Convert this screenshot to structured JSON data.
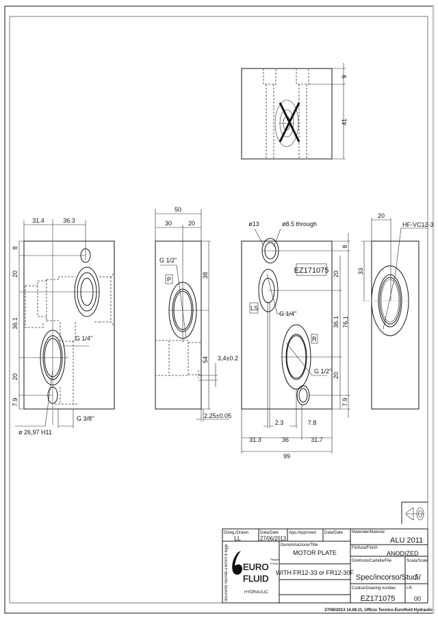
{
  "drawing": {
    "top_view": {
      "dims": [
        "9",
        "41"
      ]
    },
    "view_left": {
      "dims_top": [
        "31.4",
        "36.3"
      ],
      "dims_left": [
        "8",
        "20",
        "36.1",
        "20",
        "7.9"
      ],
      "labels": [
        "G 1/4\"",
        "G 3/8\"",
        "ø 26,97 H11"
      ]
    },
    "view_side": {
      "dims_top": [
        "50",
        "30",
        "20"
      ],
      "dims_right": [
        "38",
        "54"
      ],
      "labels": [
        "G 1/2\"",
        "P",
        "3,4±0.2",
        "2.25±0.05"
      ]
    },
    "view_front": {
      "labels": [
        "ø13",
        "ø8.5 through",
        "EZ171075",
        "LS",
        "G 1/4\"",
        "R",
        "G 1/2\""
      ],
      "dims_right": [
        "8",
        "20",
        "36.1",
        "76.1",
        "20",
        "7.9"
      ],
      "dims_bottom": [
        "2.3",
        "7.8",
        "31.3",
        "36",
        "31.7",
        "99"
      ]
    },
    "view_right": {
      "dims": [
        "20",
        "33"
      ],
      "labels": [
        "HF-VC12-3"
      ]
    }
  },
  "title_block": {
    "drawn_label": "Diseg./Drawn",
    "drawn_value": "LL",
    "date_label": "Data/Date",
    "date_value": "27/06/2013",
    "approved_label": "App./Approved",
    "date2_label": "Data/Date",
    "material_label": "Materiale/Material",
    "material_value": "ALU 2011",
    "finish_label": "Finitura/Finish",
    "finish_value": "ANODIZED",
    "title_label": "Denominazione/Title",
    "title_line1": "MOTOR PLATE",
    "title_line2": "WITH FR12-33 or FR12-30F",
    "file_label": "Direttorio/Cartella/File",
    "file_value": "Spec/incorso/Studi/",
    "scale_label": "Scala/Scale",
    "scale_value": "/",
    "code_label": "Codice/Drawing number",
    "code_value": "EZ171075",
    "rev_label": "I.R.",
    "rev_value": "00",
    "side_note": "documento riservato a termini di legge",
    "logo": {
      "line1": "EURO",
      "line2": "FLUID",
      "line3": "HYDRAULIC",
      "city1": "Reggio",
      "city2": "Emilia"
    }
  },
  "footer": "27/06/2013 14.08.11, Ufficio Tecnico Eurofluid Hydraulic"
}
